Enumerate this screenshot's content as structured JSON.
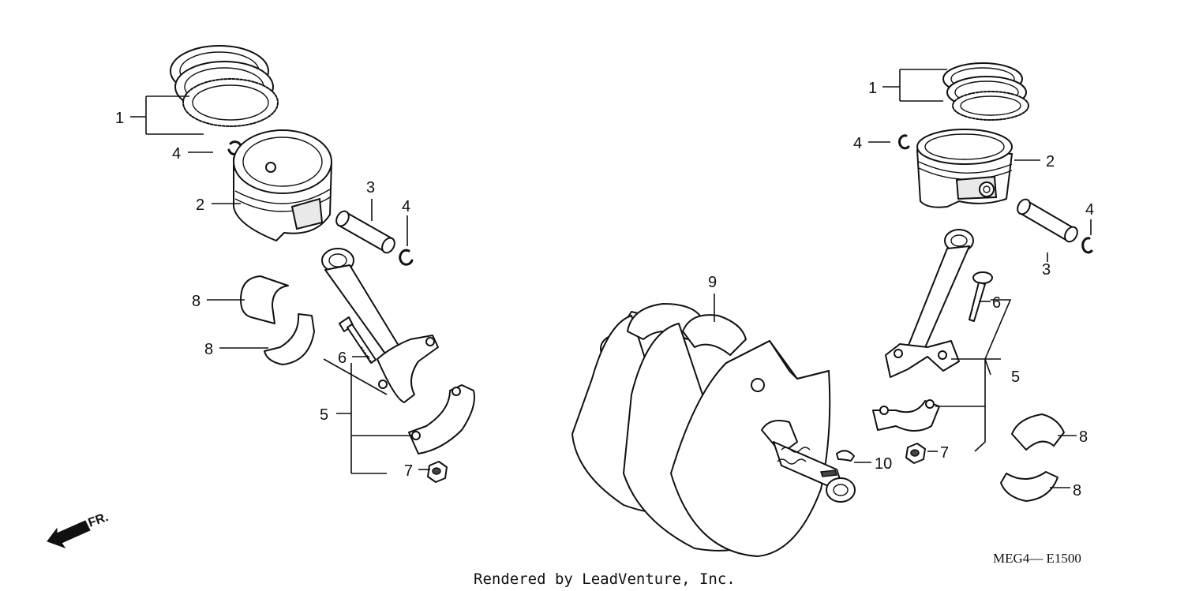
{
  "callouts": {
    "l_1": "1",
    "l_4": "4",
    "l_2": "2",
    "l_3": "3",
    "l_4b": "4",
    "l_8a": "8",
    "l_8b": "8",
    "l_6": "6",
    "l_5": "5",
    "l_7": "7",
    "c_9": "9",
    "c_10": "10",
    "r_1": "1",
    "r_4": "4",
    "r_2": "2",
    "r_4b": "4",
    "r_3": "3",
    "r_6": "6",
    "r_5": "5",
    "r_7": "7",
    "r_8a": "8",
    "r_8b": "8"
  },
  "direction_label": "FR.",
  "diagram_code": "MEG4— E1500",
  "footer_text": "Rendered by LeadVenture, Inc.",
  "icons": [
    "front-direction-arrow-icon"
  ]
}
